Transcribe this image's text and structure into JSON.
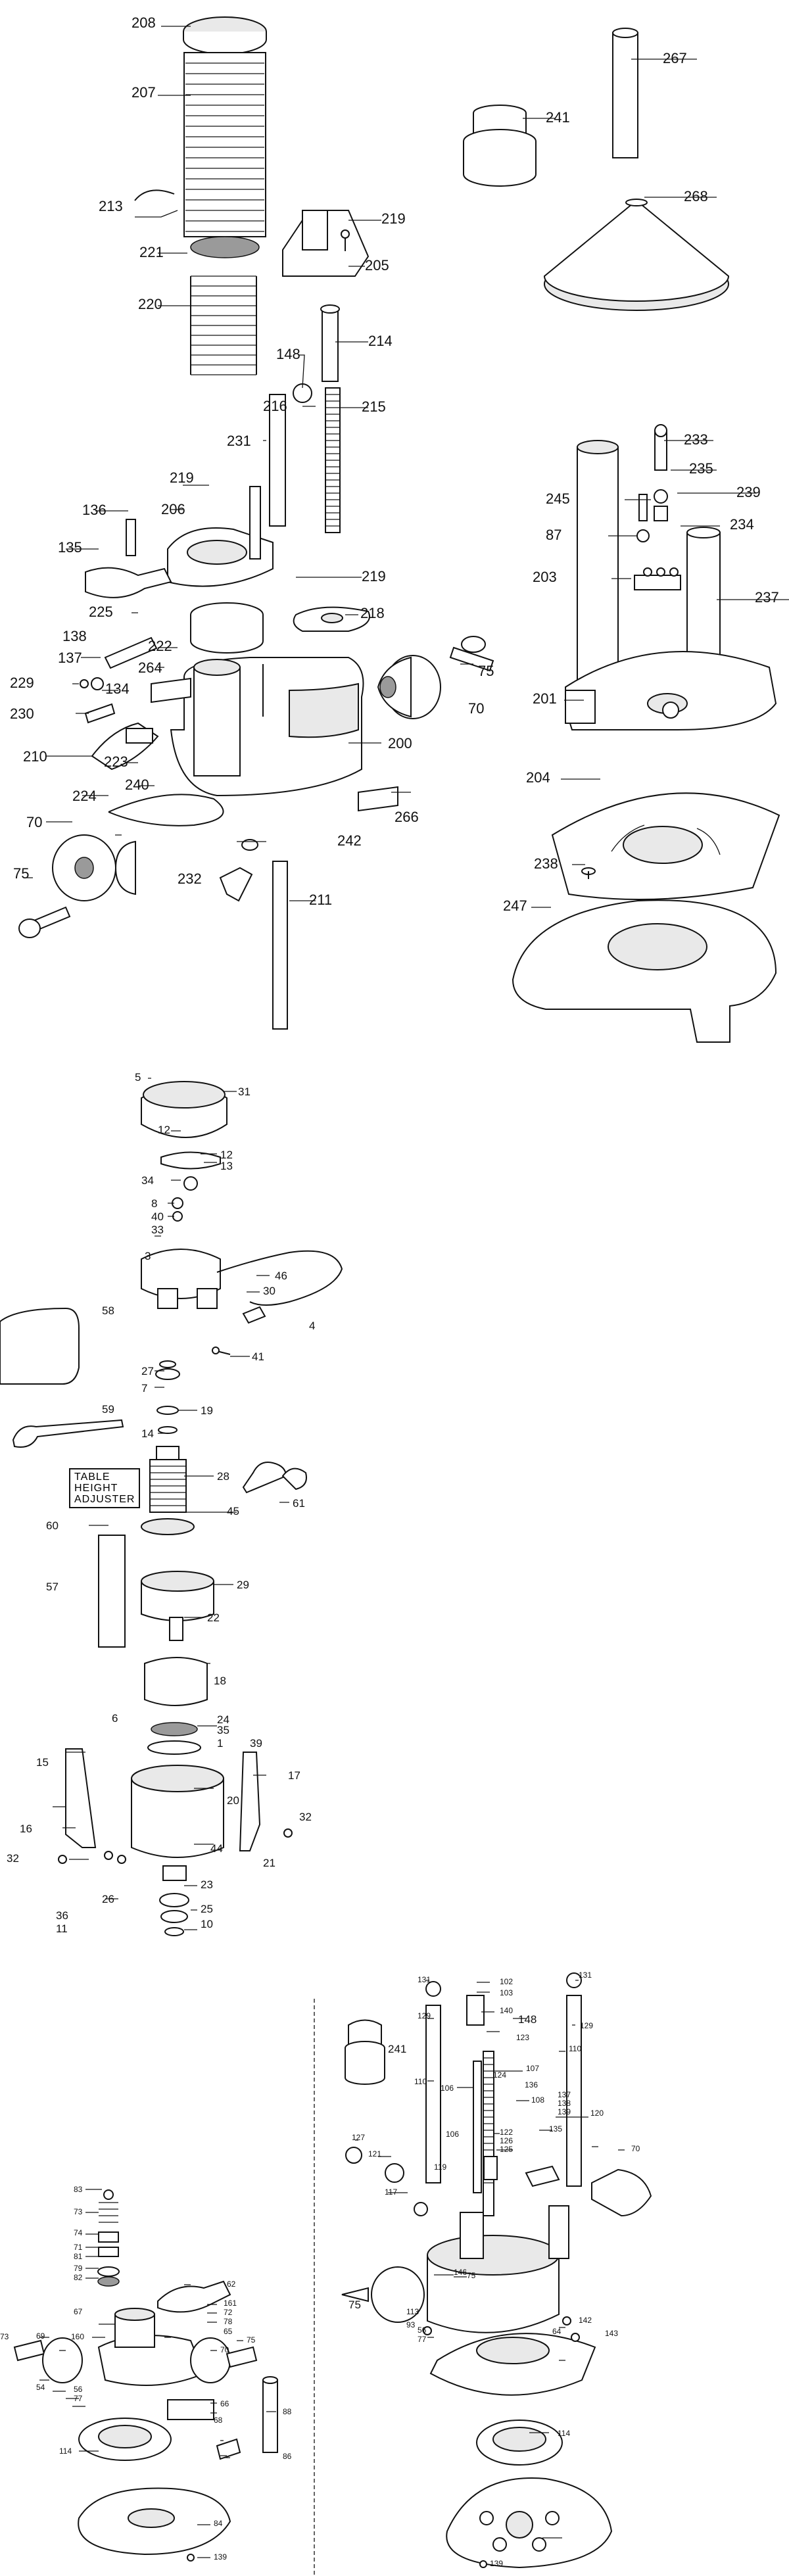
{
  "upper_left_labels": [
    "208",
    "207",
    "213",
    "221",
    "220",
    "219",
    "205",
    "214",
    "148",
    "216",
    "215",
    "231",
    "219",
    "136",
    "206",
    "135",
    "219",
    "218",
    "225",
    "222",
    "138",
    "137",
    "264",
    "134",
    "75",
    "229",
    "70",
    "230",
    "210",
    "223",
    "200",
    "240",
    "224",
    "266",
    "242",
    "70",
    "232",
    "75",
    "211"
  ],
  "upper_right_labels": [
    "267",
    "241",
    "268",
    "233",
    "235",
    "245",
    "239",
    "87",
    "234",
    "203",
    "237",
    "201",
    "204",
    "238",
    "247"
  ],
  "middle_labels": [
    "5",
    "31",
    "12",
    "12",
    "34",
    "13",
    "8",
    "40",
    "33",
    "3",
    "46",
    "30",
    "4",
    "58",
    "41",
    "27",
    "7",
    "19",
    "59",
    "14",
    "28",
    "61",
    "45",
    "60",
    "29",
    "57",
    "22",
    "18",
    "6",
    "24",
    "35",
    "1",
    "15",
    "39",
    "17",
    "20",
    "16",
    "32",
    "44",
    "32",
    "21",
    "26",
    "23",
    "36",
    "11",
    "25",
    "10"
  ],
  "middle_box_text": [
    "TABLE",
    "HEIGHT",
    "ADJUSTER"
  ],
  "lower_right_labels": [
    "131",
    "102",
    "103",
    "131",
    "129",
    "140",
    "148",
    "129",
    "241",
    "123",
    "110",
    "124",
    "110",
    "106",
    "107",
    "108",
    "136",
    "137",
    "138",
    "139",
    "120",
    "127",
    "121",
    "122",
    "126",
    "125",
    "106",
    "135",
    "119",
    "117",
    "70",
    "146",
    "75",
    "75",
    "64",
    "142",
    "56",
    "77",
    "143",
    "113",
    "93",
    "114",
    "139"
  ],
  "lower_left_labels": [
    "83",
    "73",
    "74",
    "71",
    "81",
    "79",
    "82",
    "67",
    "160",
    "69",
    "62",
    "161",
    "72",
    "78",
    "65",
    "75",
    "70",
    "73",
    "54",
    "56",
    "77",
    "66",
    "68",
    "88",
    "114",
    "86",
    "84",
    "139"
  ]
}
